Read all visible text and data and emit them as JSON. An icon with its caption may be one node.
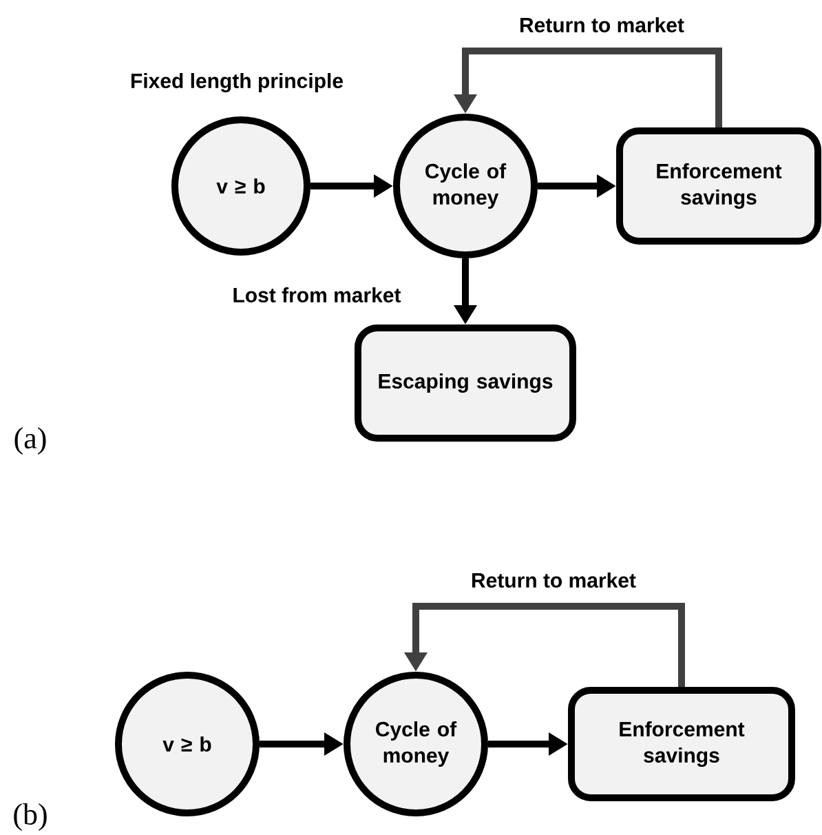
{
  "diagram": {
    "nodes": [
      {
        "text": [
          "v ≥ b"
        ]
      },
      {
        "text": [
          "Cycle of money"
        ]
      },
      {
        "text": [
          "Enforcement savings"
        ]
      },
      {
        "text": [
          "Escaping savings"
        ]
      },
      {
        "text": [
          "v ≥ b"
        ]
      },
      {
        "text": [
          "Cycle of money"
        ]
      },
      {
        "text": [
          "Enforcement savings"
        ]
      }
    ],
    "edges": [
      {
        "from": 0,
        "to": 1,
        "arrow": "to"
      },
      {
        "from": 1,
        "to": 2,
        "arrow": "to"
      },
      {
        "from": 2,
        "to": 1,
        "arrow": "to",
        "label": "Return to market",
        "color": "#404040"
      },
      {
        "from": 1,
        "to": 3,
        "arrow": "to",
        "label": "Lost from market"
      },
      {
        "from": 4,
        "to": 5,
        "arrow": "to"
      },
      {
        "from": 5,
        "to": 6,
        "arrow": "to"
      },
      {
        "from": 6,
        "to": 5,
        "arrow": "to",
        "label": "Return to market",
        "color": "#404040"
      }
    ],
    "labels": [
      "Fixed length principle",
      "(a)",
      "(b)"
    ]
  }
}
